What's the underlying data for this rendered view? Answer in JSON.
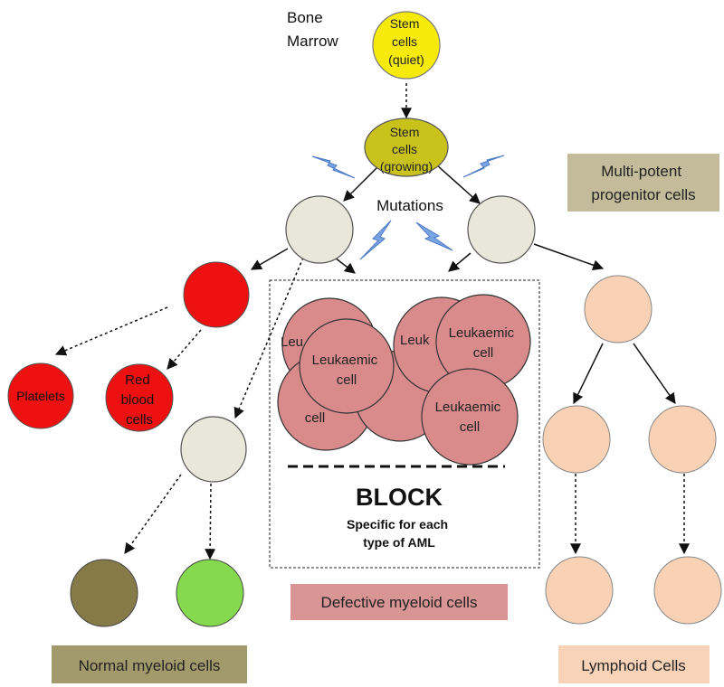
{
  "diagram": {
    "bone_marrow": [
      "Bone",
      "Marrow"
    ],
    "stem_quiet": [
      "Stem",
      "cells",
      "(quiet)"
    ],
    "stem_growing": [
      "Stem",
      "cells",
      "(growing)"
    ],
    "mutations": "Mutations",
    "multipotent": [
      "Multi-potent",
      "progenitor cells"
    ],
    "platelets": "Platelets",
    "red_blood": [
      "Red",
      "blood",
      "cells"
    ],
    "leukaemic": [
      "Leukaemic",
      "cell"
    ],
    "leuk_partial_1": "Leu",
    "leuk_partial_2": "Leuk",
    "leuk_partial_3": "cell",
    "block_title": "BLOCK",
    "block_desc": [
      "Specific for each",
      "type of AML"
    ],
    "defective_label": "Defective myeloid cells",
    "normal_label": "Normal myeloid cells",
    "lymphoid_label": "Lymphoid Cells",
    "colors": {
      "stem_quiet": "#f5ea0a",
      "stem_growing": "#c9c21a",
      "progenitor": "#e9e6da",
      "red": "#ee1111",
      "leukaemic": "#d98b8c",
      "olive": "#857a48",
      "green": "#85d94e",
      "lymphoid": "#f9d2b5",
      "multipotent_bg": "#c3bb99",
      "defective_bg": "#d99494",
      "normal_bg": "#a39a6c",
      "lymphoid_bg": "#f9d3b8",
      "bolt": "#7aa6e6"
    }
  }
}
